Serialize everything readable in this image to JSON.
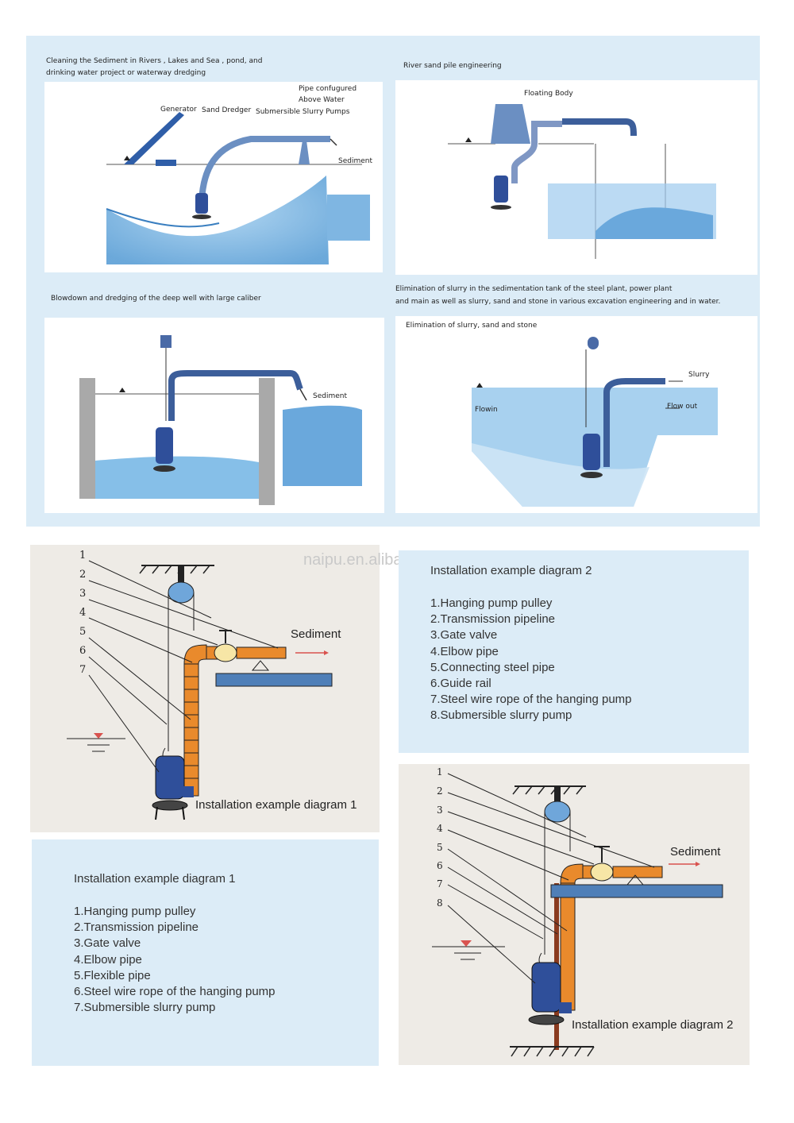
{
  "scenes": {
    "river": {
      "caption_line1": "Cleaning the Sediment in Rivers , Lakes and Sea , pond, and",
      "caption_line2": "drinking water project or waterway dredging",
      "labels": {
        "generator": "Generator",
        "sand_dredger": "Sand Dredger",
        "pump": "Submersible Slurry Pumps",
        "pipe_line1": "Pipe confugured",
        "pipe_line2": "Above Water",
        "sediment": "Sediment"
      }
    },
    "sandpile": {
      "caption": "River sand pile engineering",
      "labels": {
        "floating_body": "Floating Body"
      }
    },
    "well": {
      "caption": "Blowdown and dredging of the deep well with large caliber",
      "labels": {
        "sediment": "Sediment"
      }
    },
    "tank": {
      "caption_line1": "Elimination of slurry in the sedimentation tank of the steel plant, power plant",
      "caption_line2": "and main as well as slurry, sand and stone in various excavation engineering and in water.",
      "inner_caption": "Elimination of slurry, sand and stone",
      "labels": {
        "slurry": "Slurry",
        "flowin": "Flowin",
        "flow_out": "Flow out"
      }
    }
  },
  "diagram1": {
    "numbers": [
      "1",
      "2",
      "3",
      "4",
      "5",
      "6",
      "7"
    ],
    "sediment": "Sediment",
    "title": "Installation example diagram 1"
  },
  "watermark": "naipu.en.alibaba.com",
  "legend2": {
    "title": "Installation example diagram 2",
    "items": [
      "1.Hanging pump pulley",
      "2.Transmission pipeline",
      "3.Gate valve",
      "4.Elbow pipe",
      "5.Connecting steel pipe",
      "6.Guide rail",
      "7.Steel wire rope of the hanging pump",
      "8.Submersible slurry pump"
    ]
  },
  "legend1": {
    "title": "Installation example diagram 1",
    "items": [
      "1.Hanging pump pulley",
      "2.Transmission pipeline",
      "3.Gate valve",
      "4.Elbow pipe",
      "5.Flexible pipe",
      "6.Steel wire rope of the hanging pump",
      "7.Submersible slurry pump"
    ]
  },
  "diagram2": {
    "numbers": [
      "1",
      "2",
      "3",
      "4",
      "5",
      "6",
      "7",
      "8"
    ],
    "sediment": "Sediment",
    "title": "Installation example diagram 2"
  },
  "colors": {
    "panel_blue": "#dcecf7",
    "panel_gray": "#eeebe6",
    "pipe_orange": "#e98a2c",
    "pump_blue": "#2f4f9a",
    "water": "#8fc3e8"
  }
}
